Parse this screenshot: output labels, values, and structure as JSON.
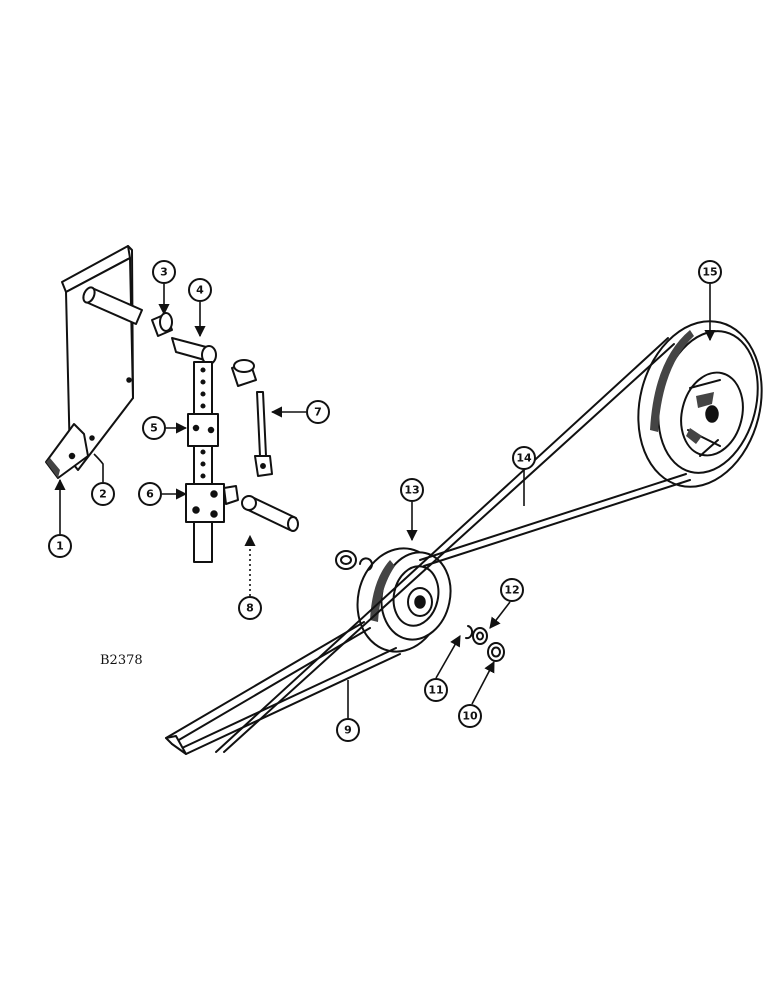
{
  "drawing": {
    "drawing_id": "B2378",
    "callouts": [
      {
        "id": "callout-1",
        "label": "1"
      },
      {
        "id": "callout-2",
        "label": "2"
      },
      {
        "id": "callout-3",
        "label": "3"
      },
      {
        "id": "callout-4",
        "label": "4"
      },
      {
        "id": "callout-5",
        "label": "5"
      },
      {
        "id": "callout-6",
        "label": "6"
      },
      {
        "id": "callout-7",
        "label": "7"
      },
      {
        "id": "callout-8",
        "label": "8"
      },
      {
        "id": "callout-9",
        "label": "9"
      },
      {
        "id": "callout-10",
        "label": "10"
      },
      {
        "id": "callout-11",
        "label": "11"
      },
      {
        "id": "callout-12",
        "label": "12"
      },
      {
        "id": "callout-13",
        "label": "13"
      },
      {
        "id": "callout-14",
        "label": "14"
      },
      {
        "id": "callout-15",
        "label": "15"
      }
    ]
  }
}
